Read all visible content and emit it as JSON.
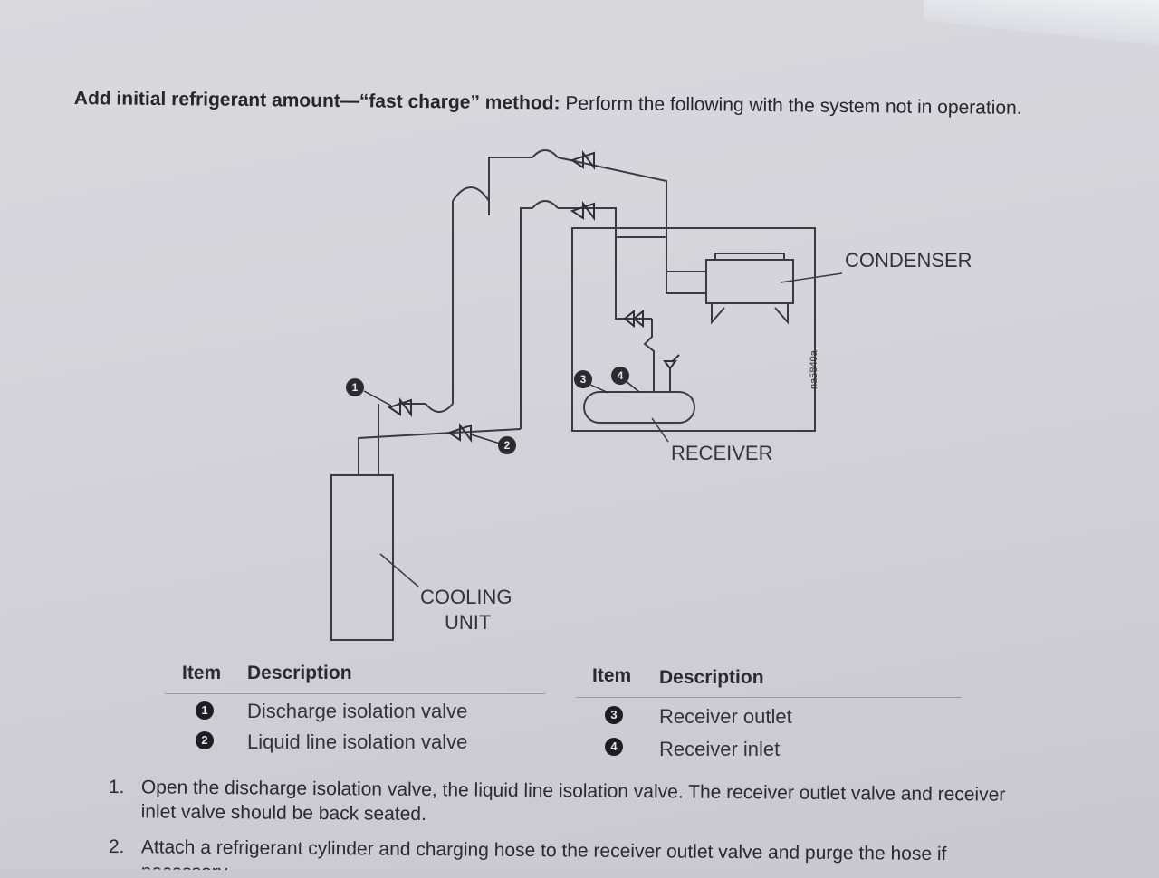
{
  "heading": {
    "bold": "Add initial refrigerant amount—“fast charge” method:",
    "rest": " Perform the following with the system not in operation."
  },
  "diagram": {
    "labels": {
      "condenser": "CONDENSER",
      "receiver": "RECEIVER",
      "cooling_unit_line1": "COOLING",
      "cooling_unit_line2": "UNIT",
      "figure_id": "na5840a"
    },
    "callouts": [
      "1",
      "2",
      "3",
      "4"
    ]
  },
  "table_left": {
    "header_item": "Item",
    "header_desc": "Description",
    "rows": [
      {
        "item": "1",
        "desc": "Discharge isolation valve"
      },
      {
        "item": "2",
        "desc": "Liquid line isolation valve"
      }
    ]
  },
  "table_right": {
    "header_item": "Item",
    "header_desc": "Description",
    "rows": [
      {
        "item": "3",
        "desc": "Receiver outlet"
      },
      {
        "item": "4",
        "desc": "Receiver inlet"
      }
    ]
  },
  "steps": [
    {
      "num": "1.",
      "line1": "Open the discharge isolation valve, the liquid line isolation valve. The receiver outlet valve and receiver",
      "line2": "inlet valve should be back seated."
    },
    {
      "num": "2.",
      "line1": "Attach a refrigerant cylinder and charging hose to the receiver outlet valve and purge the hose if",
      "line2": "necessary."
    }
  ],
  "colors": {
    "ink": "#2a2a2e",
    "paper": "#d6d6dc"
  }
}
